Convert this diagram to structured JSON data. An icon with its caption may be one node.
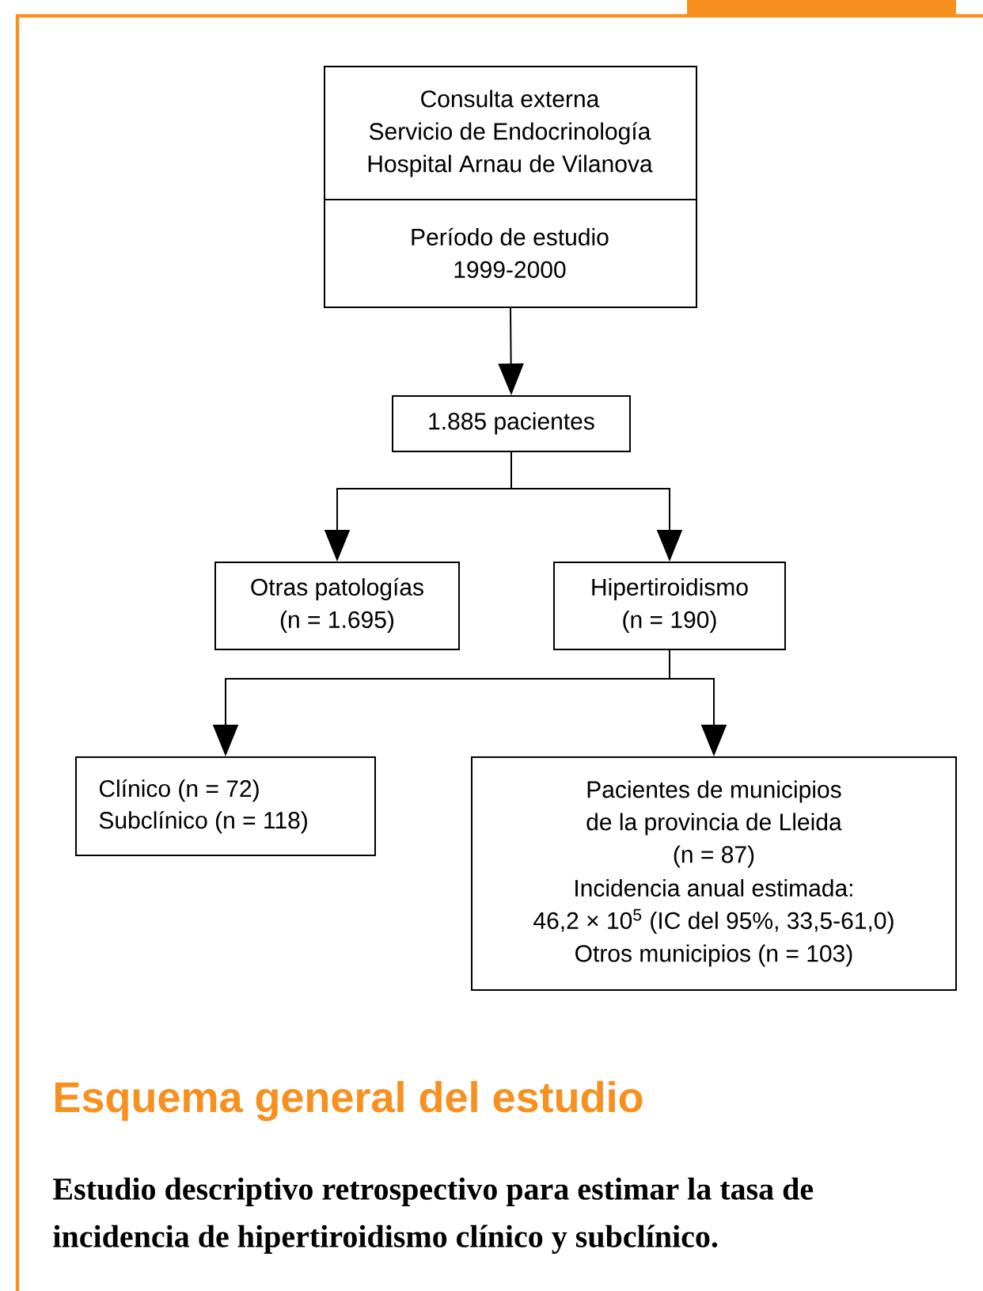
{
  "diagram": {
    "title": "Esquema general del estudio",
    "caption": "Estudio descriptivo retrospectivo para estimar la tasa de incidencia de hipertiroidismo clínico y subclínico.",
    "nodes": [
      {
        "text": [
          "Consulta externa Servicio de Endocrinología Hospital Arnau de Vilanova",
          "Período de estudio 1999-2000"
        ]
      },
      {
        "text": [
          "1.885 pacientes"
        ]
      },
      {
        "text": [
          "Otras patologías (n = 1.695)"
        ]
      },
      {
        "text": [
          "Hipertiroidismo (n = 190)"
        ]
      },
      {
        "text": [
          "Clínico (n = 72) Subclínico (n = 118)"
        ]
      },
      {
        "text": [
          "Pacientes de municipios de la provincia de Lleida (n = 87)",
          "Incidencia anual estimada: 46,2 × 10$^{5}$ (IC del 95%, 33,5-61,0)",
          "Otros municipios (n = 103)"
        ]
      }
    ],
    "edges": [
      {
        "from": 0,
        "to": 1,
        "arrow": "to"
      },
      {
        "from": 1,
        "to": 2,
        "arrow": "to"
      },
      {
        "from": 1,
        "to": 3,
        "arrow": "to"
      },
      {
        "from": 3,
        "to": 4,
        "arrow": "to"
      },
      {
        "from": 3,
        "to": 5,
        "arrow": "to"
      }
    ]
  }
}
